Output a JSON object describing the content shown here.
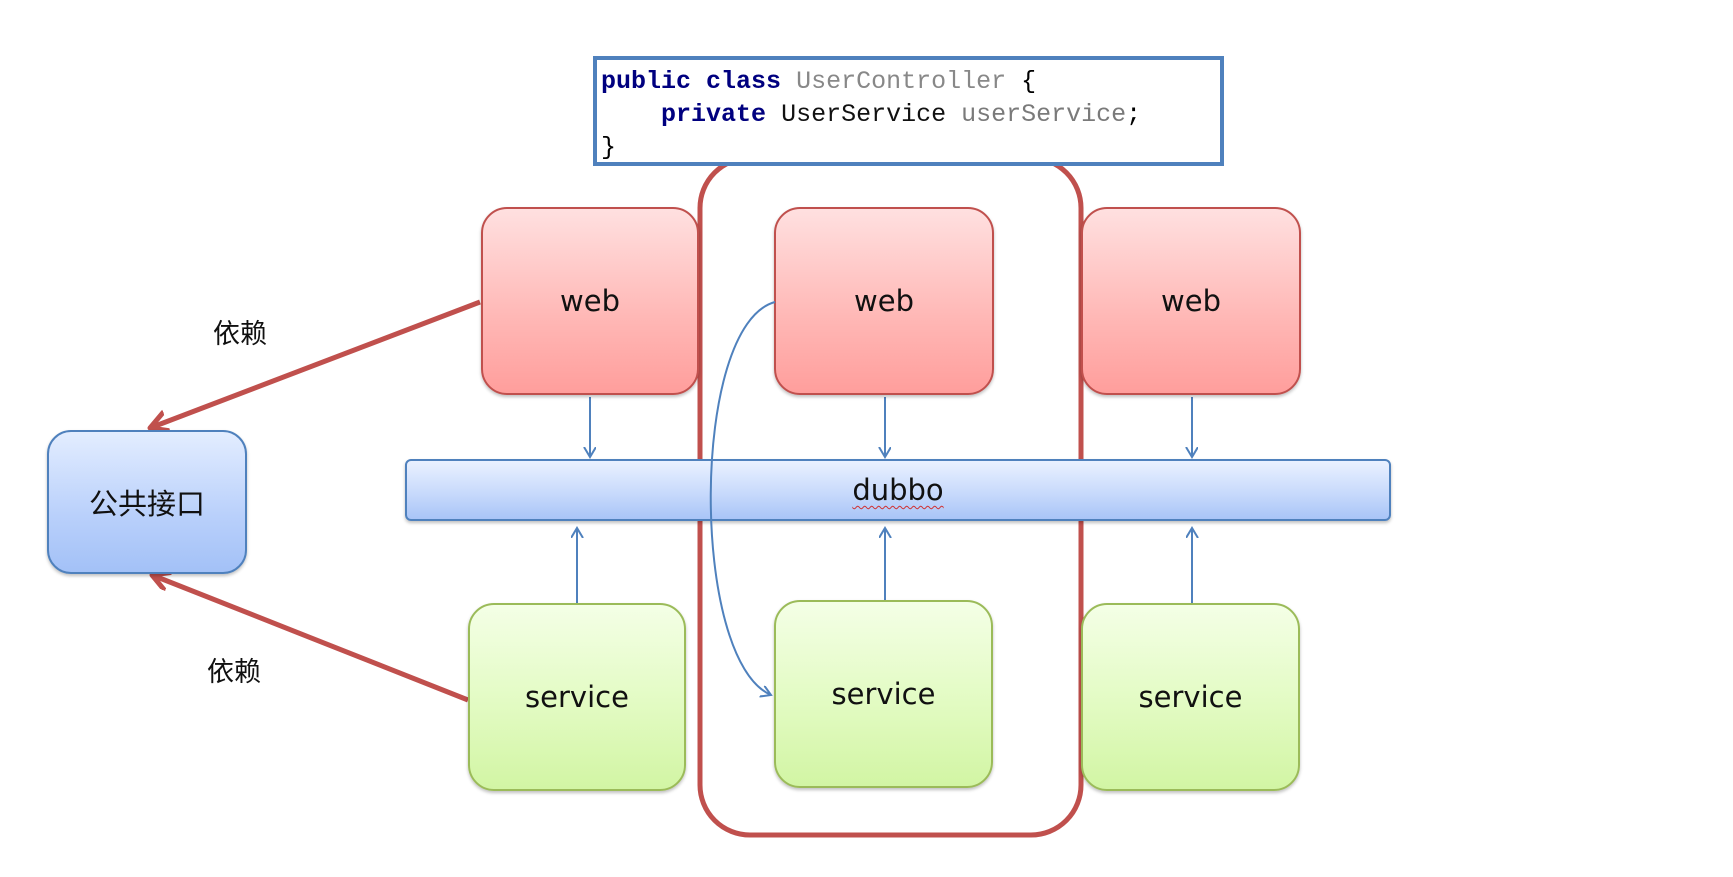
{
  "code": {
    "line1": {
      "kw1": "public",
      "kw2": "class",
      "name": "UserController",
      "brace": "{"
    },
    "line2": {
      "indent": "    ",
      "kw": "private",
      "type": "UserService",
      "field": "userService",
      "semi": ";"
    },
    "line3": {
      "brace": "}"
    }
  },
  "columns": [
    {
      "web": "web",
      "service": "service"
    },
    {
      "web": "web",
      "service": "service"
    },
    {
      "web": "web",
      "service": "service"
    }
  ],
  "bus": {
    "label": "dubbo"
  },
  "interface": {
    "label": "公共接口"
  },
  "dependencies": {
    "top_label": "依赖",
    "bottom_label": "依赖"
  },
  "colors": {
    "web_border": "#c0504d",
    "service_border": "#9bbb59",
    "interface_border": "#4f81bd",
    "arrow_blue": "#4f81bd",
    "dependency_red": "#c0504d",
    "highlight_red": "#c0504d"
  }
}
